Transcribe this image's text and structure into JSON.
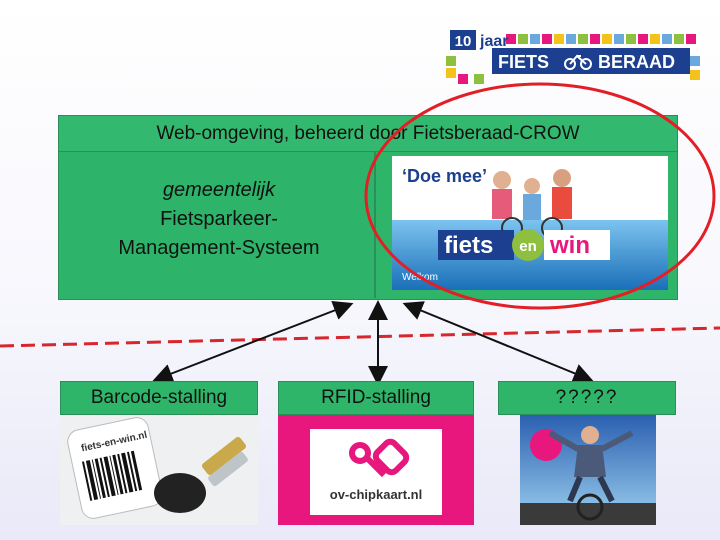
{
  "logo": {
    "number": "10",
    "word": "jaar",
    "name_left": "FIETS",
    "name_right": "BERAAD"
  },
  "web_box": {
    "title": "Web-omgeving, beheerd door Fietsberaad-CROW"
  },
  "fms": {
    "line1": "gemeentelijk",
    "line2": "Fietsparkeer-",
    "line3": "Management-Systeem"
  },
  "banner": {
    "doe_mee": "‘Doe mee’",
    "fiets": "fiets",
    "en": "en",
    "win": "win",
    "welkom": "Welkom"
  },
  "stallingen": {
    "barcode": "Barcode-stalling",
    "rfid": "RFID-stalling",
    "unknown": "?????"
  },
  "barcode_tag": {
    "text": "fiets-en-win.nl"
  },
  "rfid_card": {
    "text": "ov-chipkaart.nl"
  },
  "colors": {
    "green": "#2fb56a",
    "red_outline": "#e21f26",
    "dash": "#d7262c",
    "rfid_bg": "#e8177e",
    "logo_blue": "#1c3f8f"
  }
}
